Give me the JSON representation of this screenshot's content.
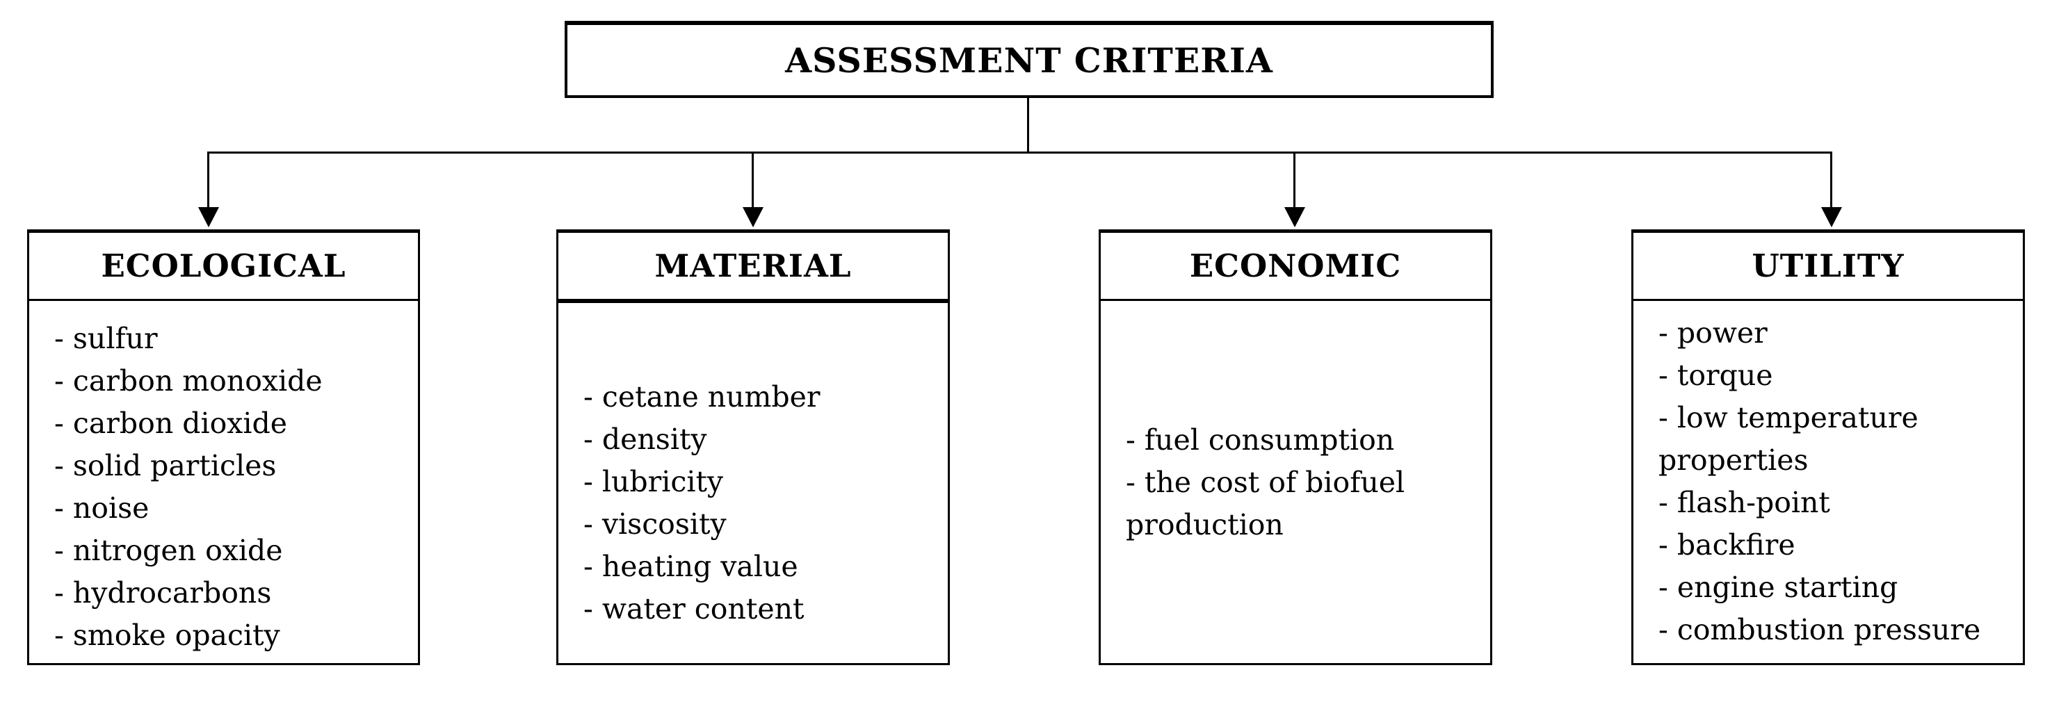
{
  "root": {
    "label": "ASSESSMENT CRITERIA"
  },
  "branches": [
    {
      "label": "ECOLOGICAL",
      "items": [
        "- sulfur",
        "- carbon monoxide",
        "- carbon dioxide",
        "- solid particles",
        "- noise",
        "- nitrogen oxide",
        "- hydrocarbons",
        "- smoke opacity"
      ]
    },
    {
      "label": "MATERIAL",
      "items": [
        "- cetane number",
        "- density",
        "- lubricity",
        "- viscosity",
        "- heating value",
        "- water content"
      ]
    },
    {
      "label": "ECONOMIC",
      "items": [
        "- fuel consumption",
        "- the cost of biofuel production"
      ]
    },
    {
      "label": "UTILITY",
      "items": [
        "- power",
        "- torque",
        "- low temperature properties",
        "- flash-point",
        "- backfire",
        "- engine starting",
        "- combustion pressure"
      ]
    }
  ],
  "colors": {
    "ink": "#000000",
    "background": "#ffffff"
  }
}
